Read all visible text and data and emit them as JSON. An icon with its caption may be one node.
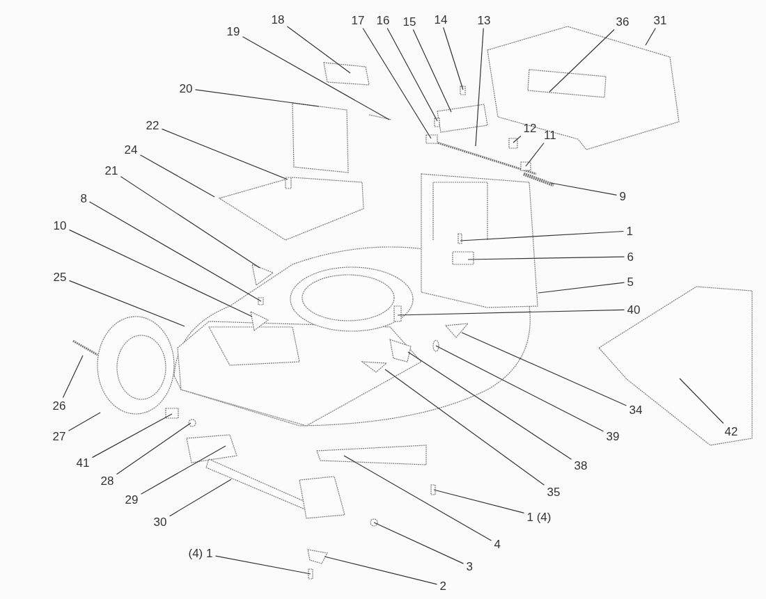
{
  "diagram": {
    "nodes": [
      {
        "text": [
          "18"
        ]
      },
      {
        "text": [
          "17"
        ]
      },
      {
        "text": [
          "16"
        ]
      },
      {
        "text": [
          "15"
        ]
      },
      {
        "text": [
          "14"
        ]
      },
      {
        "text": [
          "13"
        ]
      },
      {
        "text": [
          "36"
        ]
      },
      {
        "text": [
          "31"
        ]
      },
      {
        "text": [
          "19"
        ]
      },
      {
        "text": [
          "20"
        ]
      },
      {
        "text": [
          "22"
        ]
      },
      {
        "text": [
          "12"
        ]
      },
      {
        "text": [
          "11"
        ]
      },
      {
        "text": [
          "24"
        ]
      },
      {
        "text": [
          "21"
        ]
      },
      {
        "text": [
          "9"
        ]
      },
      {
        "text": [
          "8"
        ]
      },
      {
        "text": [
          "10"
        ]
      },
      {
        "text": [
          "1"
        ]
      },
      {
        "text": [
          "6"
        ]
      },
      {
        "text": [
          "25"
        ]
      },
      {
        "text": [
          "5"
        ]
      },
      {
        "text": [
          "40"
        ]
      },
      {
        "text": [
          "26"
        ]
      },
      {
        "text": [
          "34"
        ]
      },
      {
        "text": [
          "42"
        ]
      },
      {
        "text": [
          "27"
        ]
      },
      {
        "text": [
          "39"
        ]
      },
      {
        "text": [
          "41"
        ]
      },
      {
        "text": [
          "38"
        ]
      },
      {
        "text": [
          "28"
        ]
      },
      {
        "text": [
          "35"
        ]
      },
      {
        "text": [
          "29"
        ]
      },
      {
        "text": [
          "1 (4)"
        ]
      },
      {
        "text": [
          "30"
        ]
      },
      {
        "text": [
          "4"
        ]
      },
      {
        "text": [
          "(4) 1"
        ]
      },
      {
        "text": [
          "3"
        ]
      },
      {
        "text": [
          "2"
        ]
      }
    ],
    "edges": [
      {
        "from": 0,
        "to": null,
        "arrow": "none"
      },
      {
        "from": 1,
        "to": null,
        "arrow": "none"
      },
      {
        "from": 2,
        "to": null,
        "arrow": "none"
      },
      {
        "from": 3,
        "to": null,
        "arrow": "none"
      },
      {
        "from": 4,
        "to": null,
        "arrow": "none"
      },
      {
        "from": 5,
        "to": null,
        "arrow": "none"
      },
      {
        "from": 6,
        "to": null,
        "arrow": "none"
      },
      {
        "from": 7,
        "to": null,
        "arrow": "none"
      },
      {
        "from": 8,
        "to": null,
        "arrow": "none"
      },
      {
        "from": 9,
        "to": null,
        "arrow": "none"
      },
      {
        "from": 10,
        "to": null,
        "arrow": "none"
      },
      {
        "from": 11,
        "to": null,
        "arrow": "none"
      },
      {
        "from": 12,
        "to": null,
        "arrow": "none"
      },
      {
        "from": 13,
        "to": null,
        "arrow": "none"
      },
      {
        "from": 14,
        "to": null,
        "arrow": "none"
      },
      {
        "from": 15,
        "to": null,
        "arrow": "none"
      },
      {
        "from": 16,
        "to": null,
        "arrow": "none"
      },
      {
        "from": 17,
        "to": null,
        "arrow": "none"
      },
      {
        "from": 18,
        "to": null,
        "arrow": "none"
      },
      {
        "from": 19,
        "to": null,
        "arrow": "none"
      },
      {
        "from": 20,
        "to": null,
        "arrow": "none"
      },
      {
        "from": 21,
        "to": null,
        "arrow": "none"
      },
      {
        "from": 22,
        "to": null,
        "arrow": "none"
      },
      {
        "from": 23,
        "to": null,
        "arrow": "none"
      },
      {
        "from": 24,
        "to": null,
        "arrow": "none"
      },
      {
        "from": 25,
        "to": null,
        "arrow": "none"
      },
      {
        "from": 26,
        "to": null,
        "arrow": "none"
      },
      {
        "from": 27,
        "to": null,
        "arrow": "none"
      },
      {
        "from": 28,
        "to": null,
        "arrow": "none"
      },
      {
        "from": 29,
        "to": null,
        "arrow": "none"
      },
      {
        "from": 30,
        "to": null,
        "arrow": "none"
      },
      {
        "from": 31,
        "to": null,
        "arrow": "none"
      },
      {
        "from": 32,
        "to": null,
        "arrow": "none"
      },
      {
        "from": 33,
        "to": null,
        "arrow": "none"
      },
      {
        "from": 34,
        "to": null,
        "arrow": "none"
      },
      {
        "from": 35,
        "to": null,
        "arrow": "none"
      },
      {
        "from": 36,
        "to": null,
        "arrow": "none"
      },
      {
        "from": 37,
        "to": null,
        "arrow": "none"
      },
      {
        "from": 38,
        "to": null,
        "arrow": "none"
      }
    ]
  }
}
